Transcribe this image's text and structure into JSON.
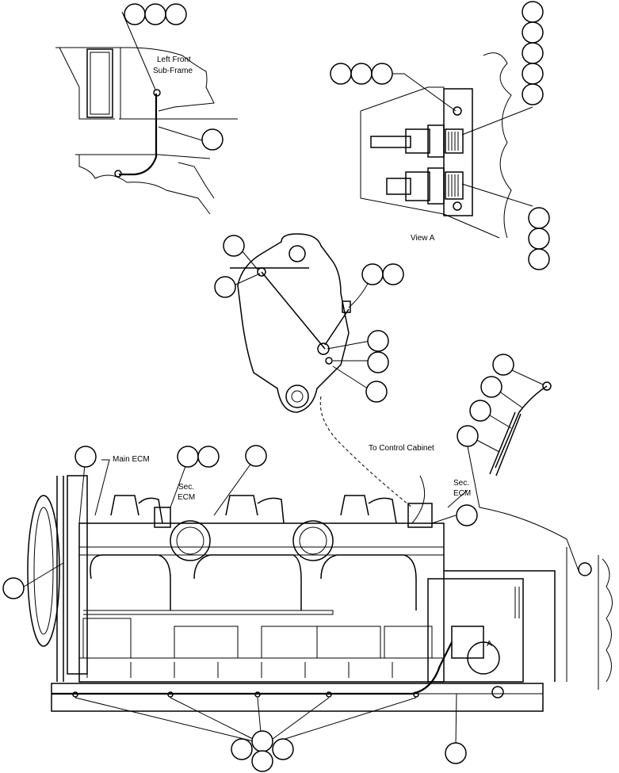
{
  "labels": {
    "left_front_line1": "Left Front",
    "left_front_line2": "Sub-Frame",
    "view_a": "View A",
    "to_control_cabinet": "To Control Cabinet",
    "main_ecm": "Main ECM",
    "sec_ecm_left_line1": "Sec.",
    "sec_ecm_left_line2": "ECM",
    "sec_ecm_right_line1": "Sec.",
    "sec_ecm_right_line2": "ECM",
    "view_marker": "A"
  }
}
